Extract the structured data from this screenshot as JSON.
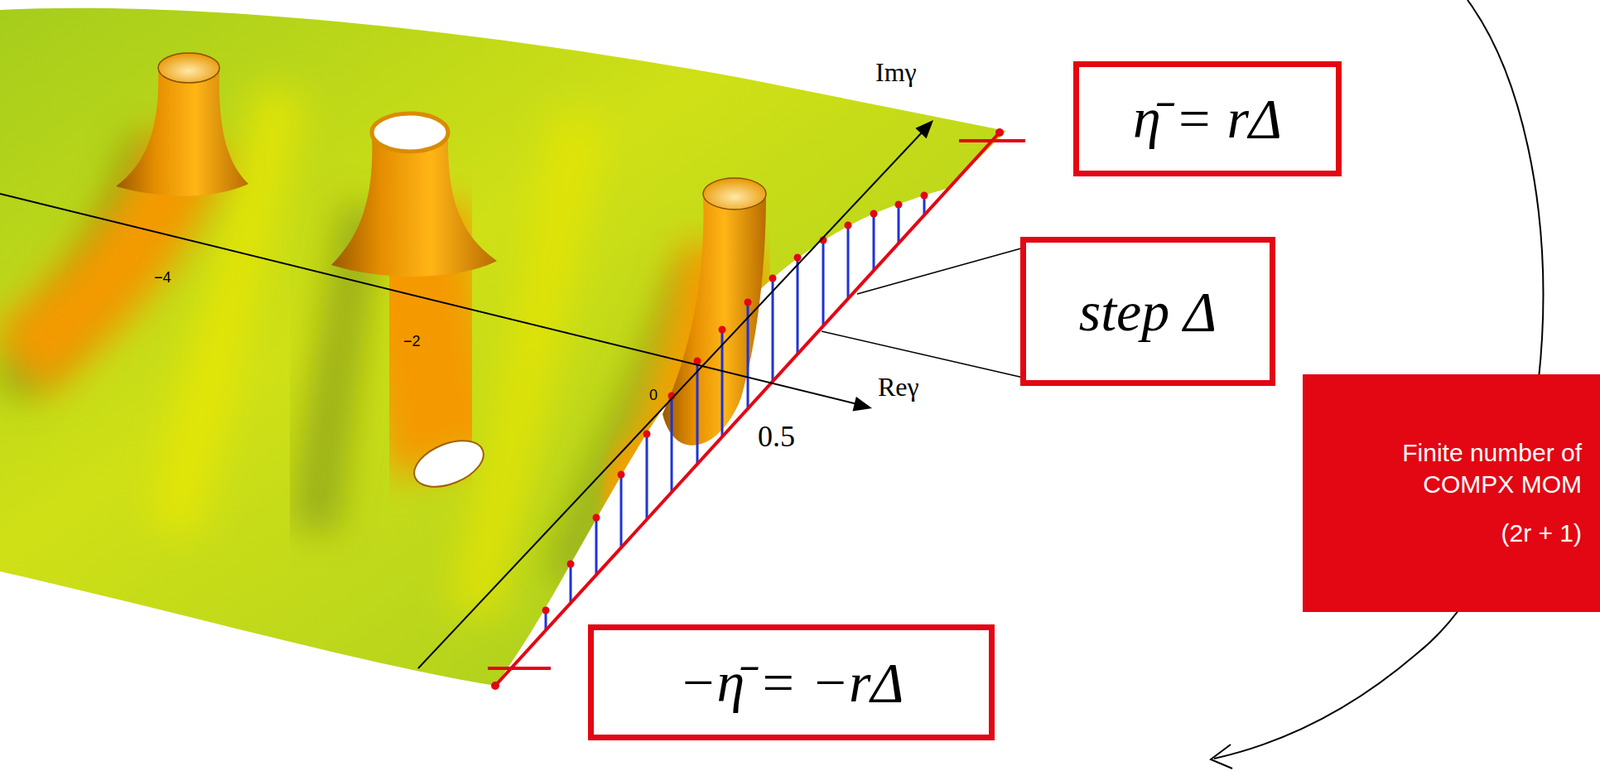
{
  "diagram": {
    "nodes": [
      {
        "text": [
          "η̄ = rΔ"
        ]
      },
      {
        "text": [
          "step Δ"
        ]
      },
      {
        "text": [
          "Finite number of COMPX MOM",
          "(2r + 1)"
        ]
      },
      {
        "text": [
          "−η̄ = −rΔ"
        ]
      }
    ],
    "labels": [
      "Imγ",
      "Reγ",
      "−4",
      "−2",
      "0",
      "0.5"
    ]
  }
}
